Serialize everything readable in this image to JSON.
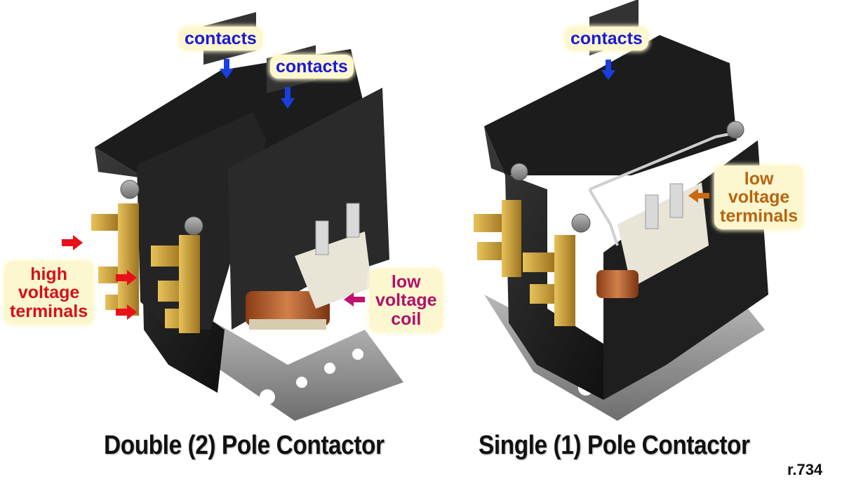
{
  "labels": {
    "left_contacts_1": "contacts",
    "left_contacts_2": "contacts",
    "high_voltage": [
      "high",
      "voltage",
      "terminals"
    ],
    "low_voltage_coil": [
      "low",
      "voltage",
      "coil"
    ],
    "right_contacts": "contacts",
    "low_voltage_terminals": [
      "low",
      "voltage",
      "terminals"
    ]
  },
  "captions": {
    "left": "Double (2) Pole Contactor",
    "right": "Single (1) Pole Contactor"
  },
  "reference": "r.734",
  "colors": {
    "contacts_text": "#1a1ad6",
    "high_voltage_text": "#d6101a",
    "coil_text": "#b0106a",
    "low_terminal_text": "#b86410",
    "label_bg": "#fdf7cf",
    "arrow_blue": "#1a3fe0",
    "arrow_red": "#e8101a",
    "arrow_magenta": "#c0106e",
    "arrow_orange": "#c86a10"
  }
}
